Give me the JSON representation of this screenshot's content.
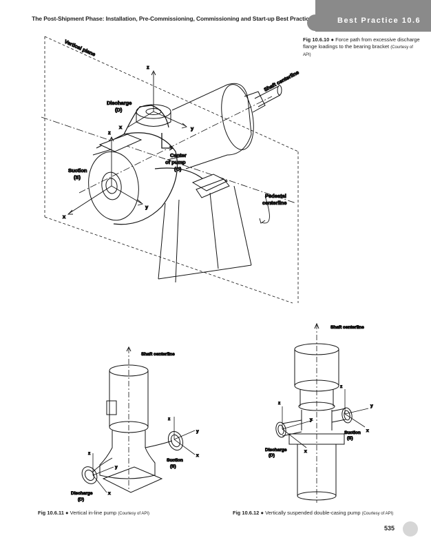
{
  "header": {
    "running_title": "The Post-Shipment Phase: Installation, Pre-Commissioning, Commissioning and Start-up Best Practices",
    "section_label": "Best Practice 10.6"
  },
  "figures": {
    "fig_10_6_10": {
      "number": "Fig 10.6.10",
      "bullet": "●",
      "caption": "Force path from excessive discharge flange loadings to the bearing bracket",
      "credit": "(Courtesy of API)",
      "labels": {
        "vertical_plane": "Vertical plane",
        "shaft_centerline": "Shaft centerline",
        "discharge": "Discharge",
        "discharge_code": "(D)",
        "suction": "Suction",
        "suction_code": "(S)",
        "center_line1": "Center",
        "center_line2": "of pump",
        "center_code": "(C)",
        "pedestal": "Pedestal",
        "pedestal_line2": "centerline",
        "axis_x": "x",
        "axis_y": "y",
        "axis_z": "z"
      }
    },
    "fig_10_6_11": {
      "number": "Fig 10.6.11",
      "bullet": "●",
      "caption": "Vertical in-line pump",
      "credit": "(Courtesy of API)",
      "labels": {
        "shaft_centerline": "Shaft centerline",
        "suction": "Suction",
        "suction_code": "(S)",
        "discharge": "Discharge",
        "discharge_code": "(D)",
        "axis_x": "x",
        "axis_y": "y",
        "axis_z": "z"
      }
    },
    "fig_10_6_12": {
      "number": "Fig 10.6.12",
      "bullet": "●",
      "caption": "Vertically suspended double-casing pump",
      "credit": "(Courtesy of API)",
      "labels": {
        "shaft_centerline": "Shaft centerline",
        "suction": "Suction",
        "suction_code": "(S)",
        "discharge": "Discharge",
        "discharge_code": "(D)",
        "axis_x": "x",
        "axis_y": "y",
        "axis_z": "z"
      }
    }
  },
  "footer": {
    "page_number": "535"
  }
}
